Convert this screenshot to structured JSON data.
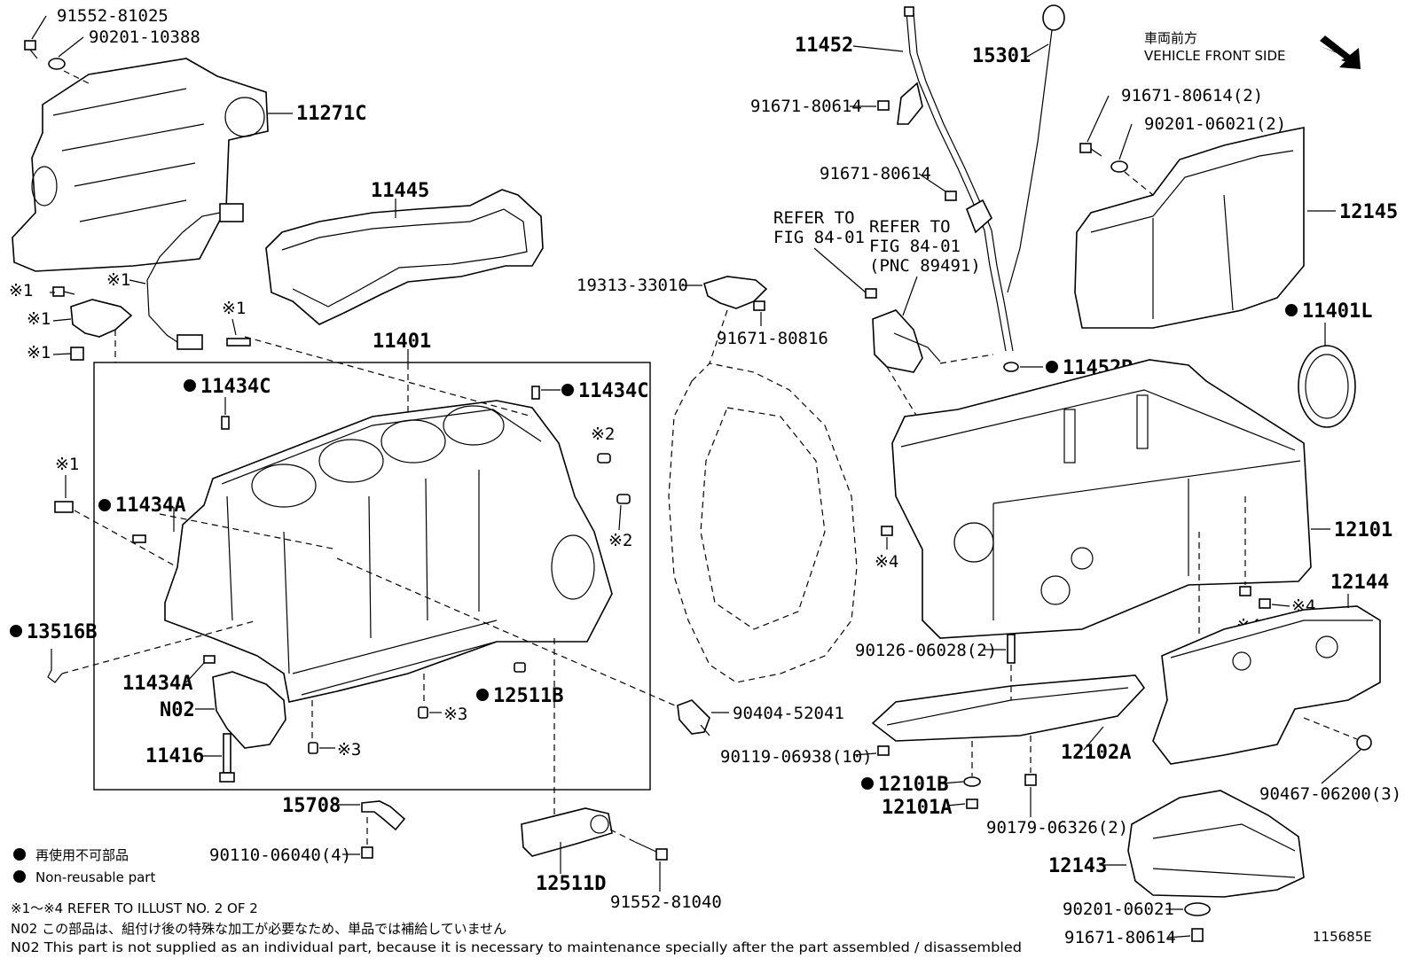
{
  "direction": {
    "jp": "車両前方",
    "en": "VEHICLE FRONT SIDE"
  },
  "callouts": {
    "p91552_81025": "91552-81025",
    "p90201_10388": "90201-10388",
    "p11271C": "11271C",
    "p11445": "11445",
    "p11401": "11401",
    "p11434C_left": "11434C",
    "p11434C_right": "11434C",
    "p11434A_top": "11434A",
    "p11434A_bottom": "11434A",
    "p13516B": "13516B",
    "pN02": "N02",
    "p11416": "11416",
    "p12511B": "12511B",
    "p15708": "15708",
    "p90110_06040": "90110-06040(4)",
    "p12511D": "12511D",
    "p91552_81040": "91552-81040",
    "p90404_52041": "90404-52041",
    "p19313_33010": "19313-33010",
    "p91671_80816": "91671-80816",
    "p11452": "11452",
    "p15301": "15301",
    "p91671_80614_a": "91671-80614",
    "p91671_80614_b": "91671-80614",
    "refer1": [
      "REFER TO",
      "FIG 84-01"
    ],
    "refer2": [
      "REFER TO",
      "FIG 84-01",
      "(PNC 89491)"
    ],
    "p11452B": "11452B",
    "p91671_80614_2": "91671-80614(2)",
    "p90201_06021_2": "90201-06021(2)",
    "p12145": "12145",
    "p11401L": "11401L",
    "p12101": "12101",
    "p12144": "12144",
    "p90126_06028": "90126-06028(2)",
    "p90119_06938": "90119-06938(10)",
    "p12102A": "12102A",
    "p12101B": "12101B",
    "p12101A": "12101A",
    "p90179_06326": "90179-06326(2)",
    "p90467_06200": "90467-06200(3)",
    "p12143": "12143",
    "p90201_06021": "90201-06021",
    "p91671_80614_c": "91671-80614"
  },
  "marks": {
    "m1": "※1",
    "m2": "※2",
    "m3": "※3",
    "m4": "※4"
  },
  "legend": {
    "non_reusable_jp": "再使用不可部品",
    "non_reusable_en": "Non-reusable part"
  },
  "notes": {
    "refer_illust": "※1～※4  REFER TO ILLUST NO. 2 OF 2",
    "n02_jp": "N02  この部品は、組付け後の特殊な加工が必要なため、単品では補給していません",
    "n02_en": "N02  This part is not supplied as an individual part, because it is necessary to maintenance specially after the part assembled / disassembled"
  },
  "illustration_id": "115685E"
}
